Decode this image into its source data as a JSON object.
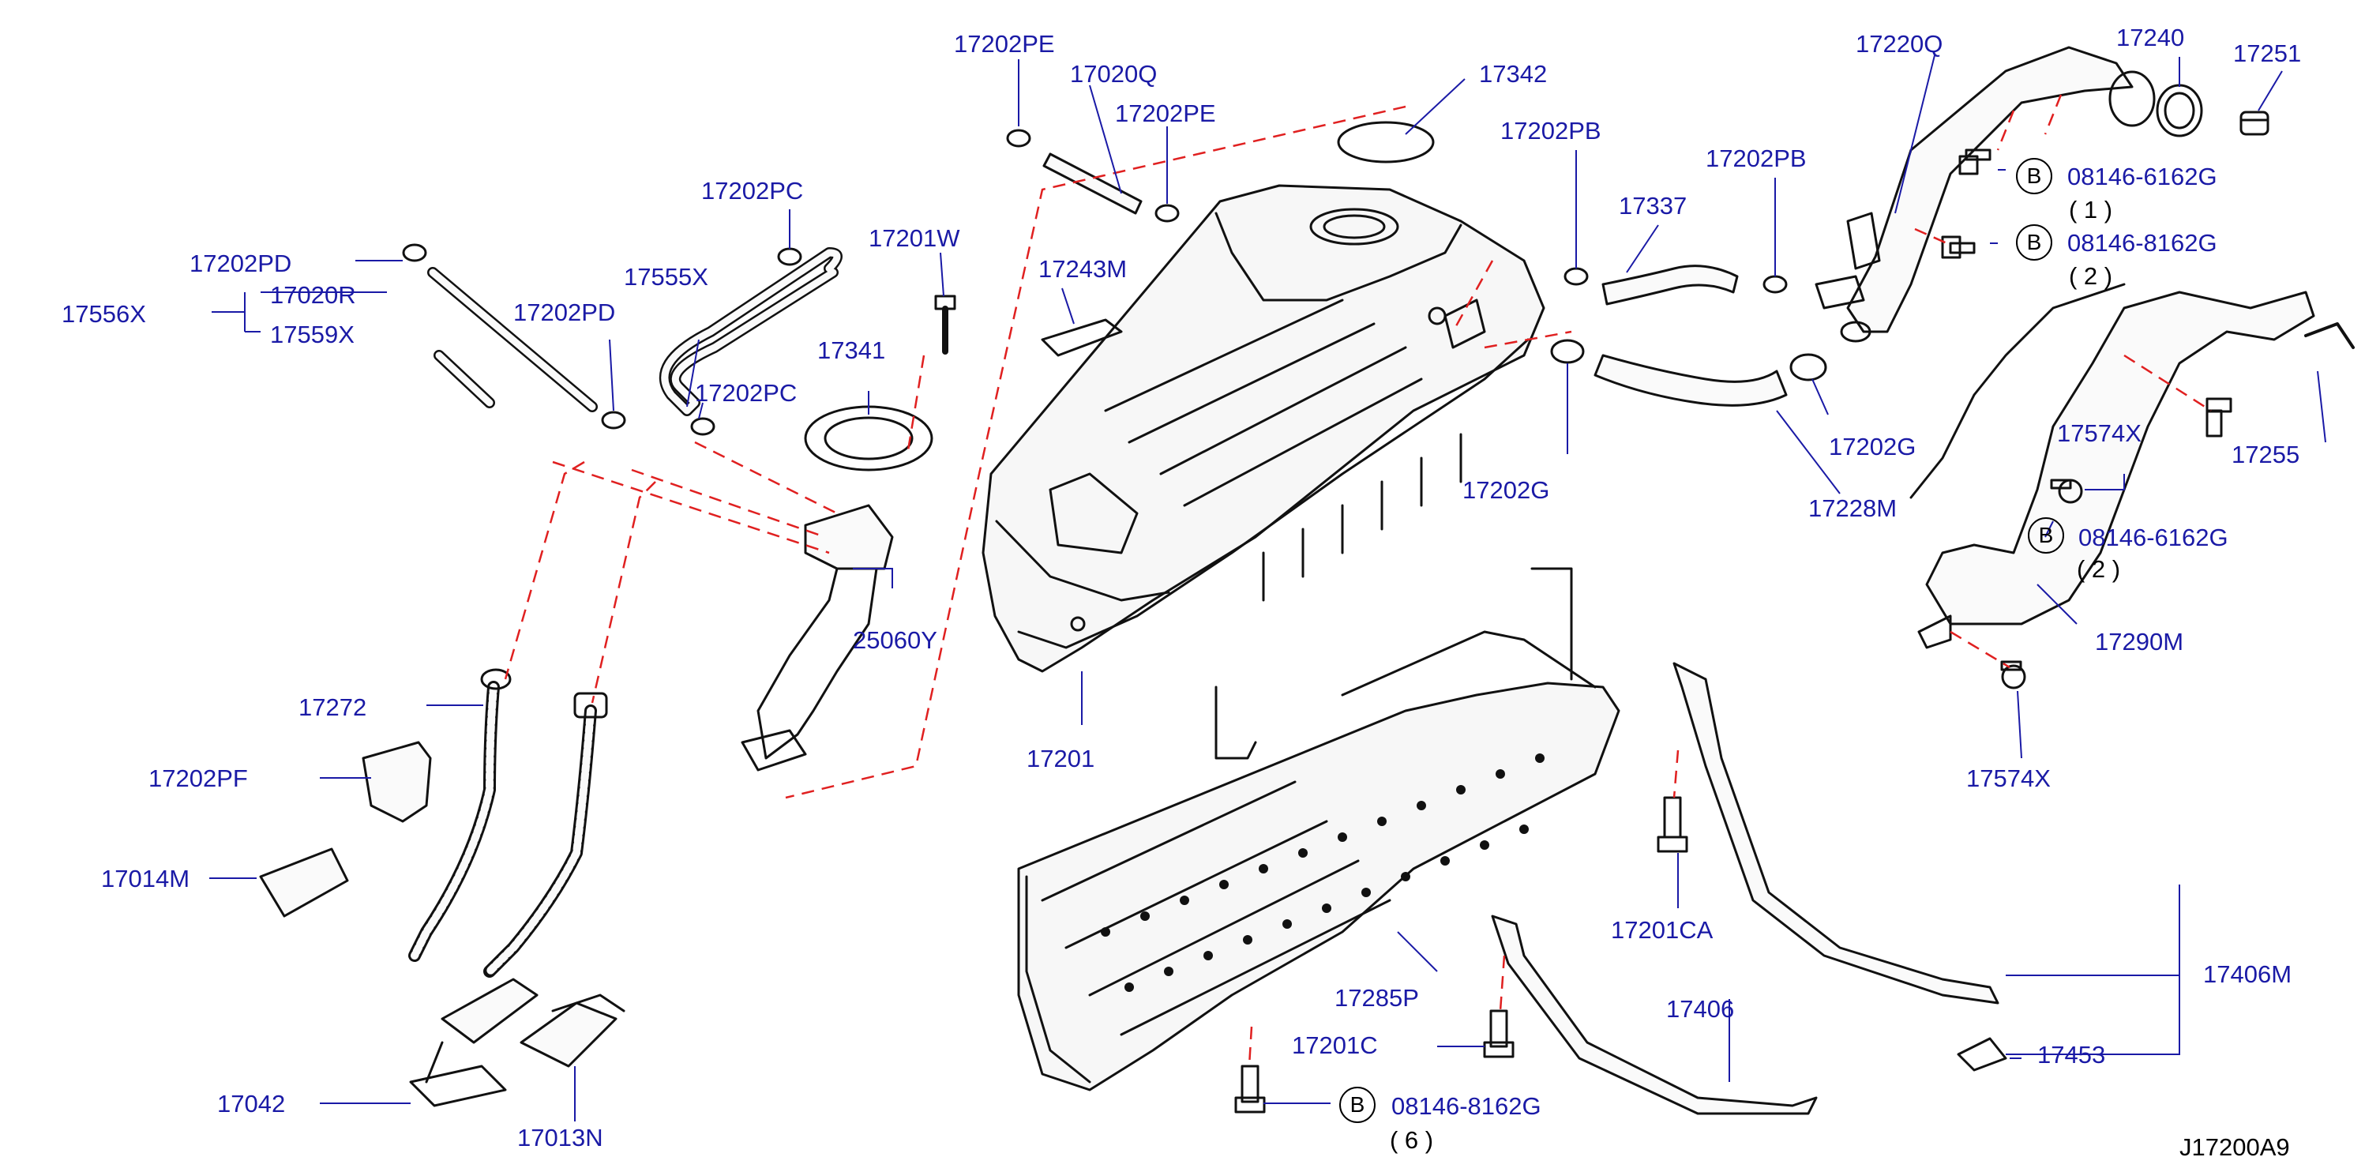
{
  "diagram_code": "J17200A9",
  "colors": {
    "label": "#1a1aa6",
    "leader": "#1a1aa6",
    "dash": "#e02020",
    "part": "#111111"
  },
  "labels": {
    "p17202PE_a": "17202PE",
    "p17020Q": "17020Q",
    "p17202PE_b": "17202PE",
    "p17342": "17342",
    "p17202PB_a": "17202PB",
    "p17220Q": "17220Q",
    "p17240": "17240",
    "p17251": "17251",
    "p17202PC_a": "17202PC",
    "p17201W": "17201W",
    "p17202PD_a": "17202PD",
    "p17020R": "17020R",
    "p17556X": "17556X",
    "p17559X": "17559X",
    "p17555X": "17555X",
    "p17202PD_b": "17202PD",
    "p17243M": "17243M",
    "p17337": "17337",
    "p17202PB_b": "17202PB",
    "p17341": "17341",
    "p17202PC_b": "17202PC",
    "p17202G_a": "17202G",
    "p17202G_b": "17202G",
    "p17228M": "17228M",
    "p17255": "17255",
    "p17574X_a": "17574X",
    "p25060Y": "25060Y",
    "p17290M": "17290M",
    "p17272": "17272",
    "p17201": "17201",
    "p17574X_b": "17574X",
    "p17202PF": "17202PF",
    "p17014M": "17014M",
    "p17201CA": "17201CA",
    "p17406M": "17406M",
    "p17285P": "17285P",
    "p17406": "17406",
    "p17201C": "17201C",
    "p17453": "17453",
    "p17042": "17042",
    "p17013N": "17013N"
  },
  "bolts": [
    {
      "letter": "B",
      "code": "08146-6162G",
      "qty": "( 1 )"
    },
    {
      "letter": "B",
      "code": "08146-8162G",
      "qty": "( 2 )"
    },
    {
      "letter": "B",
      "code": "08146-6162G",
      "qty": "( 2 )"
    },
    {
      "letter": "B",
      "code": "08146-8162G",
      "qty": "( 6 )"
    }
  ]
}
